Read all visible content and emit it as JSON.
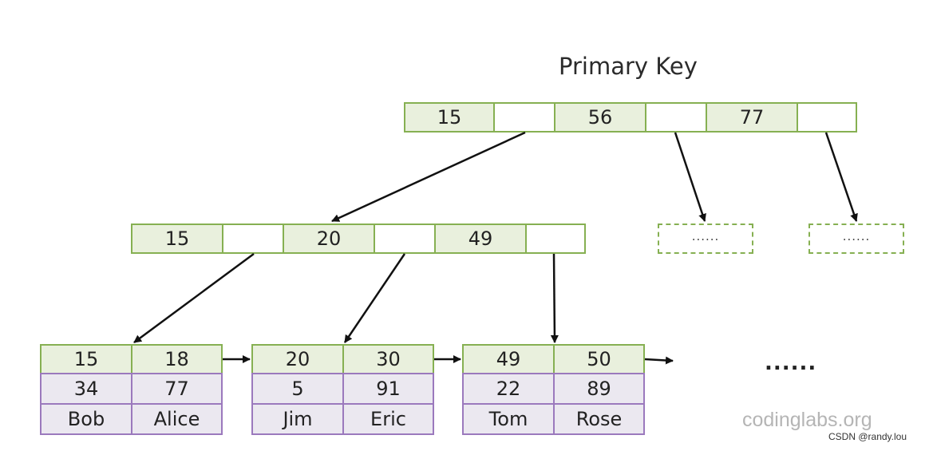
{
  "title": "Primary Key",
  "root": {
    "keys": [
      "15",
      "56",
      "77"
    ]
  },
  "internal": {
    "keys": [
      "15",
      "20",
      "49"
    ]
  },
  "placeholders": [
    "......",
    "......"
  ],
  "leaves": [
    {
      "keys": [
        "15",
        "18"
      ],
      "values": [
        "34",
        "77"
      ],
      "names": [
        "Bob",
        "Alice"
      ]
    },
    {
      "keys": [
        "20",
        "30"
      ],
      "values": [
        "5",
        "91"
      ],
      "names": [
        "Jim",
        "Eric"
      ]
    },
    {
      "keys": [
        "49",
        "50"
      ],
      "values": [
        "22",
        "89"
      ],
      "names": [
        "Tom",
        "Rose"
      ]
    }
  ],
  "ellipsis": "......",
  "watermark": "codinglabs.org",
  "credit": "CSDN @randy.lou",
  "colors": {
    "key_fill": "#e9f0dd",
    "node_border": "#86b052",
    "data_fill": "#ebe8f0",
    "data_border": "#9b79bd"
  }
}
